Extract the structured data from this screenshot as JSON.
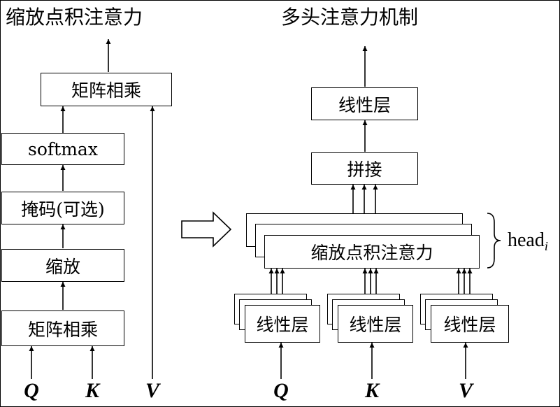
{
  "left": {
    "title": "缩放点积注意力",
    "matmul_top": "矩阵相乘",
    "softmax": "softmax",
    "mask": "掩码(可选)",
    "scale": "缩放",
    "matmul_bottom": "矩阵相乘",
    "inputs": [
      "Q",
      "K",
      "V"
    ]
  },
  "right": {
    "title": "多头注意力机制",
    "linear_top": "线性层",
    "concat": "拼接",
    "attention": "缩放点积注意力",
    "head_label": "head",
    "head_subscript": "i",
    "linear_inputs": [
      "线性层",
      "线性层",
      "线性层"
    ],
    "inputs": [
      "Q",
      "K",
      "V"
    ]
  }
}
